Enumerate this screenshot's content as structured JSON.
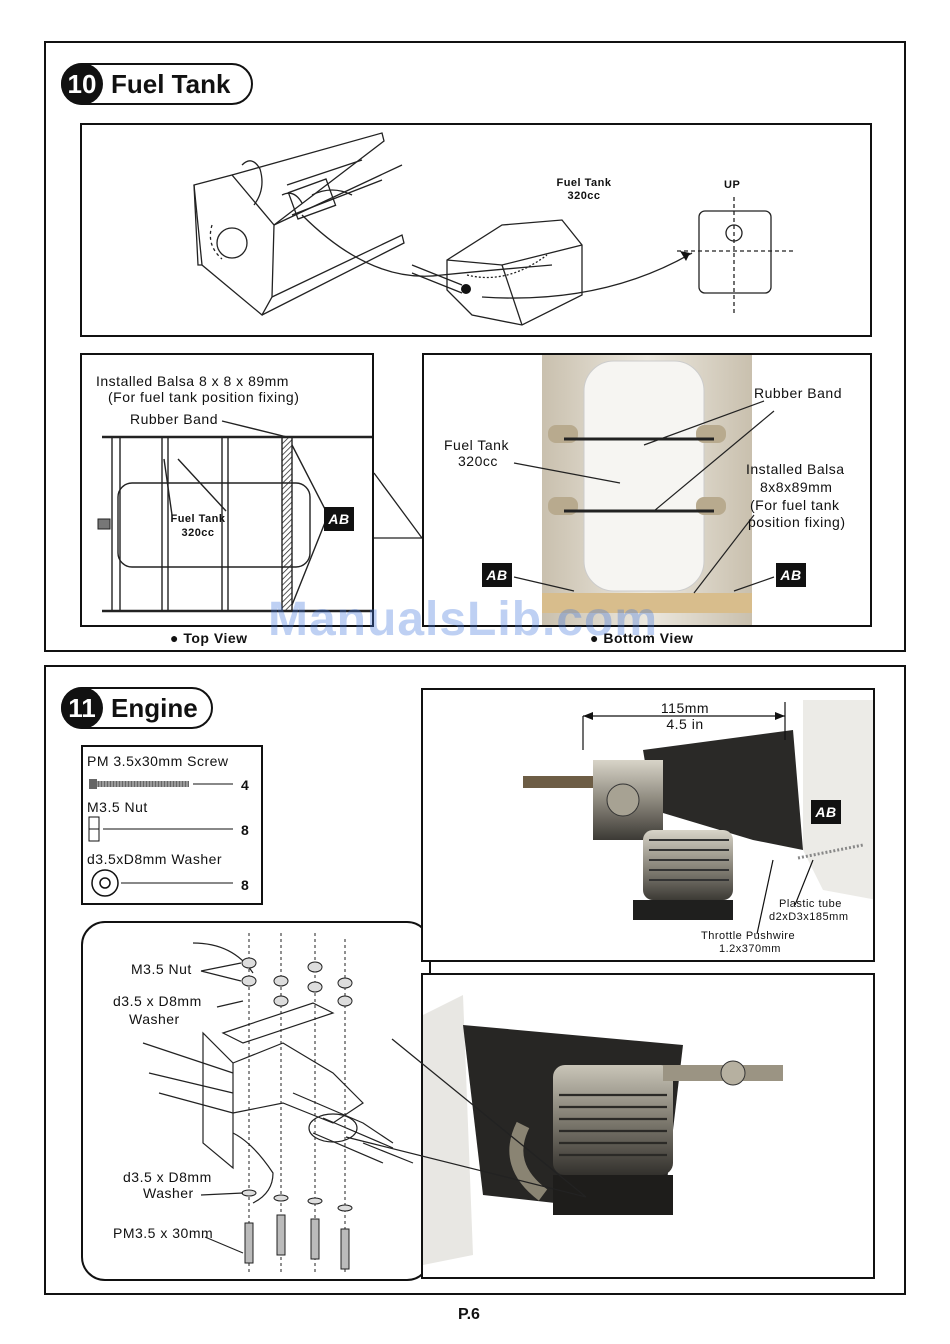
{
  "section10": {
    "number": "10",
    "title": "Fuel Tank",
    "top_panel": {
      "fuel_tank_label": "Fuel Tank",
      "fuel_tank_capacity": "320cc",
      "up_label": "UP"
    },
    "top_view": {
      "balsa_line1": "Installed Balsa 8 x 8 x 89mm",
      "balsa_line2": "(For fuel tank position fixing)",
      "rubber_band": "Rubber Band",
      "tank_label": "Fuel Tank",
      "tank_capacity": "320cc",
      "ab_badge": "AB",
      "caption": "Top View"
    },
    "bottom_view": {
      "rubber_band": "Rubber Band",
      "fuel_tank": "Fuel Tank",
      "fuel_tank_capacity": "320cc",
      "balsa_line1": "Installed Balsa",
      "balsa_line2": "8x8x89mm",
      "balsa_line3": "(For fuel tank",
      "balsa_line4": "position fixing)",
      "ab_badge_left": "AB",
      "ab_badge_right": "AB",
      "caption": "Bottom View"
    }
  },
  "section11": {
    "number": "11",
    "title": "Engine",
    "parts": [
      {
        "name": "PM 3.5x30mm Screw",
        "qty": "4"
      },
      {
        "name": "M3.5 Nut",
        "qty": "8"
      },
      {
        "name": "d3.5xD8mm Washer",
        "qty": "8"
      }
    ],
    "exploded": {
      "nut": "M3.5 Nut",
      "washer_top_1": "d3.5 x D8mm",
      "washer_top_2": "Washer",
      "washer_bottom_1": "d3.5 x D8mm",
      "washer_bottom_2": "Washer",
      "screw": "PM3.5 x 30mm"
    },
    "photo_top": {
      "dim_mm": "115mm",
      "dim_in": "4.5 in",
      "ab_badge": "AB",
      "plastic_tube_1": "Plastic tube",
      "plastic_tube_2": "d2xD3x185mm",
      "pushwire_1": "Throttle Pushwire",
      "pushwire_2": "1.2x370mm"
    }
  },
  "page": "P.6",
  "watermark": "ManualsLib.com",
  "colors": {
    "ink": "#111111",
    "watermark": "#4678dc"
  }
}
